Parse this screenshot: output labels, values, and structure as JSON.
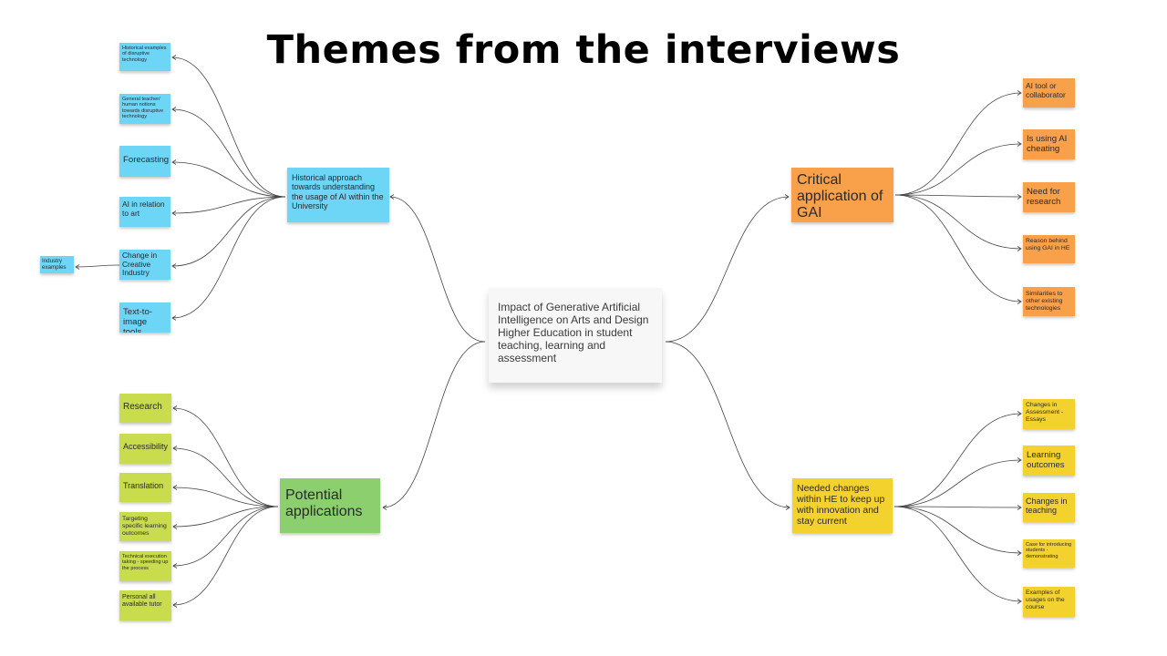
{
  "title": "Themes from the interviews",
  "colors": {
    "historical": "#6dd6f6",
    "potential": "#8ccf6f",
    "potential_leaf": "#c8dc4e",
    "critical": "#f9a04b",
    "needed": "#f4d22d",
    "center": "#f7f7f7",
    "connector": "#444444"
  },
  "center": {
    "text": "Impact of Generative Artificial Intelligence on Arts and Design Higher Education in student teaching, learning and assessment"
  },
  "historical": {
    "label": "Historical approach towards understanding the usage of AI within the University",
    "children": [
      "Historical examples of disruptive technology",
      "General teacher/ human notions towards disruptive technology",
      "Forecasting",
      "AI in relation to art",
      "Change in Creative Industry",
      "Text-to-image tools"
    ],
    "subchild": "Industry examples"
  },
  "potential": {
    "label": "Potential applications",
    "children": [
      "Research",
      "Accessibility",
      "Translation",
      "Targeting specific learning outcomes",
      "Technical execution taking - speeding up the process",
      "Personal all available tutor"
    ]
  },
  "critical": {
    "label": "Critical application of GAI",
    "children": [
      "AI tool or collaborator",
      "Is using AI cheating",
      "Need for research",
      "Reason behind using GAI in HE",
      "Similarities to other existing technologies"
    ]
  },
  "needed": {
    "label": "Needed changes within HE to keep up with innovation and stay current",
    "children": [
      "Changes in Assessment - Essays",
      "Learning outcomes",
      "Changes in teaching",
      "Case for introducing students - demonstrating",
      "Examples of usages on the course"
    ]
  }
}
